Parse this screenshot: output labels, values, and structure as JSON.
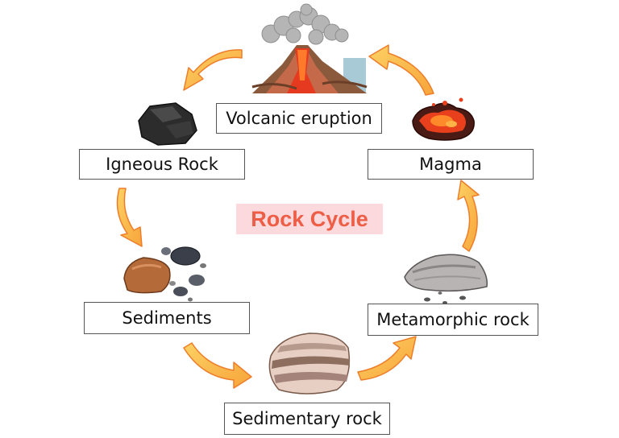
{
  "title": "Rock Cycle",
  "stages": {
    "volcanic_eruption": "Volcanic eruption",
    "igneous_rock": "Igneous Rock",
    "sediments": "Sediments",
    "sedimentary_rock": "Sedimentary rock",
    "metamorphic_rock": "Metamorphic rock",
    "magma": "Magma"
  },
  "colors": {
    "arrow_fill": "#fcbf4a",
    "arrow_stroke": "#ee7d2a",
    "title_text": "#ee5d45",
    "title_bg": "#fbd9dc"
  }
}
